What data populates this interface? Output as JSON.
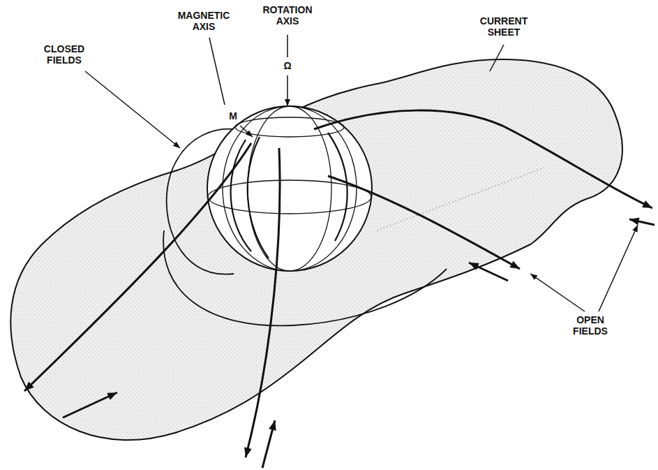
{
  "diagram": {
    "labels": [
      "MAGNETIC AXIS",
      "ROTATION AXIS",
      "CLOSED FIELDS",
      "CURRENT SHEET",
      "OPEN FIELDS",
      "M",
      "Ω"
    ]
  }
}
